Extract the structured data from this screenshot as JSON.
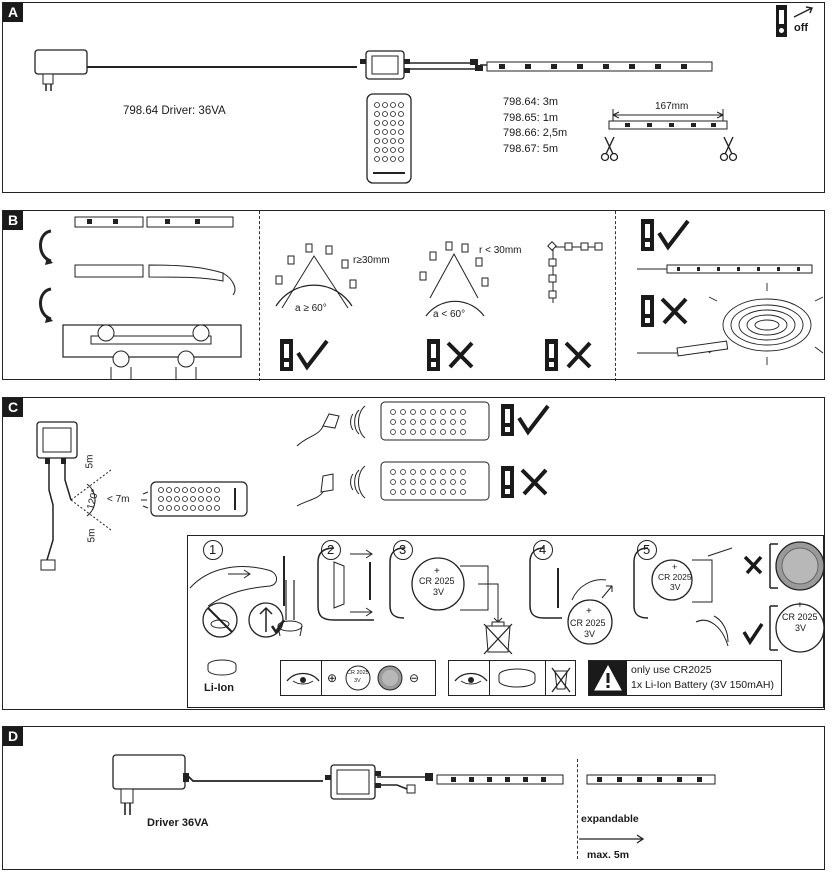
{
  "sections": {
    "a": {
      "label": "A",
      "off_label": "off",
      "driver_label": "798.64 Driver: 36VA",
      "models": [
        "798.64: 3m",
        "798.65: 1m",
        "798.66: 2,5m",
        "798.67: 5m"
      ],
      "cut_length": "167mm"
    },
    "b": {
      "label": "B",
      "radius_ok": "r≥30mm",
      "radius_bad": "r < 30mm",
      "angle_ok": "a ≥ 60°",
      "angle_bad": "a < 60°"
    },
    "c": {
      "label": "C",
      "dist_5m_top": "5m",
      "dist_5m_bottom": "5m",
      "dist_7m": "< 7m",
      "angle_120": "120°",
      "steps": [
        "1",
        "2",
        "3",
        "4",
        "5"
      ],
      "battery_model": "CR 2025",
      "battery_voltage": "3V",
      "li_ion_label": "Li-Ion",
      "warning_line1": "only use CR2025",
      "warning_line2": "1x Li-Ion Battery (3V 150mAH)"
    },
    "d": {
      "label": "D",
      "driver_label": "Driver 36VA",
      "expandable_label": "expandable",
      "max_label": "max. 5m"
    }
  },
  "colors": {
    "ink": "#1a1a1a",
    "line": "#222222"
  }
}
